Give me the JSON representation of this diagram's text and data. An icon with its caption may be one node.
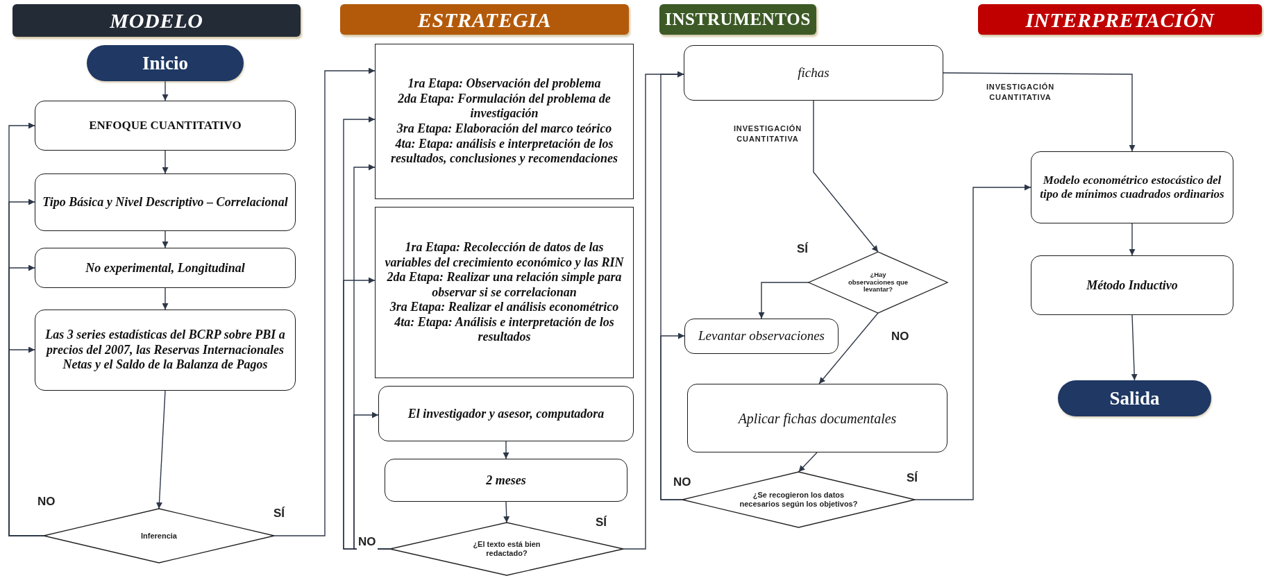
{
  "diagram": {
    "nodes": [
      {
        "text": [
          "MODELO"
        ]
      },
      {
        "text": [
          "ESTRATEGIA"
        ]
      },
      {
        "text": [
          "INSTRUMENTOS"
        ]
      },
      {
        "text": [
          "INTERPRETACIÓN"
        ]
      },
      {
        "text": [
          "Inicio"
        ]
      },
      {
        "text": [
          "ENFOQUE CUANTITATIVO"
        ]
      },
      {
        "text": [
          "Tipo Básica y Nivel Descriptivo – Correlacional"
        ]
      },
      {
        "text": [
          "No experimental, Longitudinal"
        ]
      },
      {
        "text": [
          "Las 3 series estadísticas del BCRP sobre PBI a precios del 2007, las Reservas Internacionales Netas y el Saldo de la Balanza de Pagos"
        ]
      },
      {
        "text": [
          "Inferencia"
        ]
      },
      {
        "text": [
          "1ra Etapa: Observación del problema",
          "2da Etapa: Formulación del problema de investigación",
          "3ra Etapa: Elaboración del marco teórico",
          "4ta: Etapa: análisis e interpretación de los resultados, conclusiones y recomendaciones"
        ]
      },
      {
        "text": [
          "1ra Etapa: Recolección de datos de las variables del crecimiento económico y las RIN",
          "2da Etapa: Realizar una relación simple  para observar si se correlacionan",
          "3ra Etapa: Realizar el análisis econométrico",
          "4ta: Etapa: Análisis e interpretación de los resultados"
        ]
      },
      {
        "text": [
          "El investigador y asesor, computadora"
        ]
      },
      {
        "text": [
          "2 meses"
        ]
      },
      {
        "text": [
          "¿El texto está bien redactado?"
        ]
      },
      {
        "text": [
          "fichas"
        ]
      },
      {
        "text": [
          "¿Hay observaciones que levantar?"
        ]
      },
      {
        "text": [
          "Levantar observaciones"
        ]
      },
      {
        "text": [
          "Aplicar  fichas documentales"
        ]
      },
      {
        "text": [
          "¿Se recogieron los datos necesarios según los objetivos?"
        ]
      },
      {
        "text": [
          "Modelo econométrico estocástico del tipo de mínimos cuadrados ordinarios"
        ]
      },
      {
        "text": [
          "Método Inductivo"
        ]
      },
      {
        "text": [
          "Salida"
        ]
      }
    ],
    "edges": [
      {
        "from": 4,
        "to": 5,
        "arrow": "to"
      },
      {
        "from": 5,
        "to": 6,
        "arrow": "to"
      },
      {
        "from": 6,
        "to": 7,
        "arrow": "to"
      },
      {
        "from": 7,
        "to": 8,
        "arrow": "to"
      },
      {
        "from": 8,
        "to": 9,
        "arrow": "to"
      },
      {
        "from": 9,
        "to": 5,
        "arrow": "to",
        "label": "NO"
      },
      {
        "from": 9,
        "to": 6,
        "arrow": "to"
      },
      {
        "from": 9,
        "to": 7,
        "arrow": "to"
      },
      {
        "from": 9,
        "to": 8,
        "arrow": "to"
      },
      {
        "from": 9,
        "to": 10,
        "arrow": "to",
        "label": "SÍ"
      },
      {
        "from": 12,
        "to": 13,
        "arrow": "to"
      },
      {
        "from": 13,
        "to": 14,
        "arrow": "to"
      },
      {
        "from": 14,
        "to": 10,
        "arrow": "to",
        "label": "NO"
      },
      {
        "from": 14,
        "to": 10,
        "arrow": "to"
      },
      {
        "from": 14,
        "to": 11,
        "arrow": "to"
      },
      {
        "from": 14,
        "to": 12,
        "arrow": "to"
      },
      {
        "from": 14,
        "to": 15,
        "arrow": "to",
        "label": "SÍ"
      },
      {
        "from": 15,
        "to": 16,
        "arrow": "to",
        "label": "INVESTIGACIÓN CUANTITATIVA"
      },
      {
        "from": 15,
        "to": 20,
        "arrow": "to",
        "label": "INVESTIGACIÓN CUANTITATIVA"
      },
      {
        "from": 16,
        "to": 17,
        "arrow": "to",
        "label": "SÍ"
      },
      {
        "from": 16,
        "to": 18,
        "arrow": "to",
        "label": "NO"
      },
      {
        "from": 18,
        "to": 19,
        "arrow": "to"
      },
      {
        "from": 19,
        "to": 15,
        "arrow": "to",
        "label": "NO"
      },
      {
        "from": 19,
        "to": 17,
        "arrow": "to"
      },
      {
        "from": 19,
        "to": 20,
        "arrow": "to",
        "label": "SÍ"
      },
      {
        "from": 20,
        "to": 21,
        "arrow": "to"
      },
      {
        "from": 21,
        "to": 22,
        "arrow": "to"
      }
    ]
  }
}
